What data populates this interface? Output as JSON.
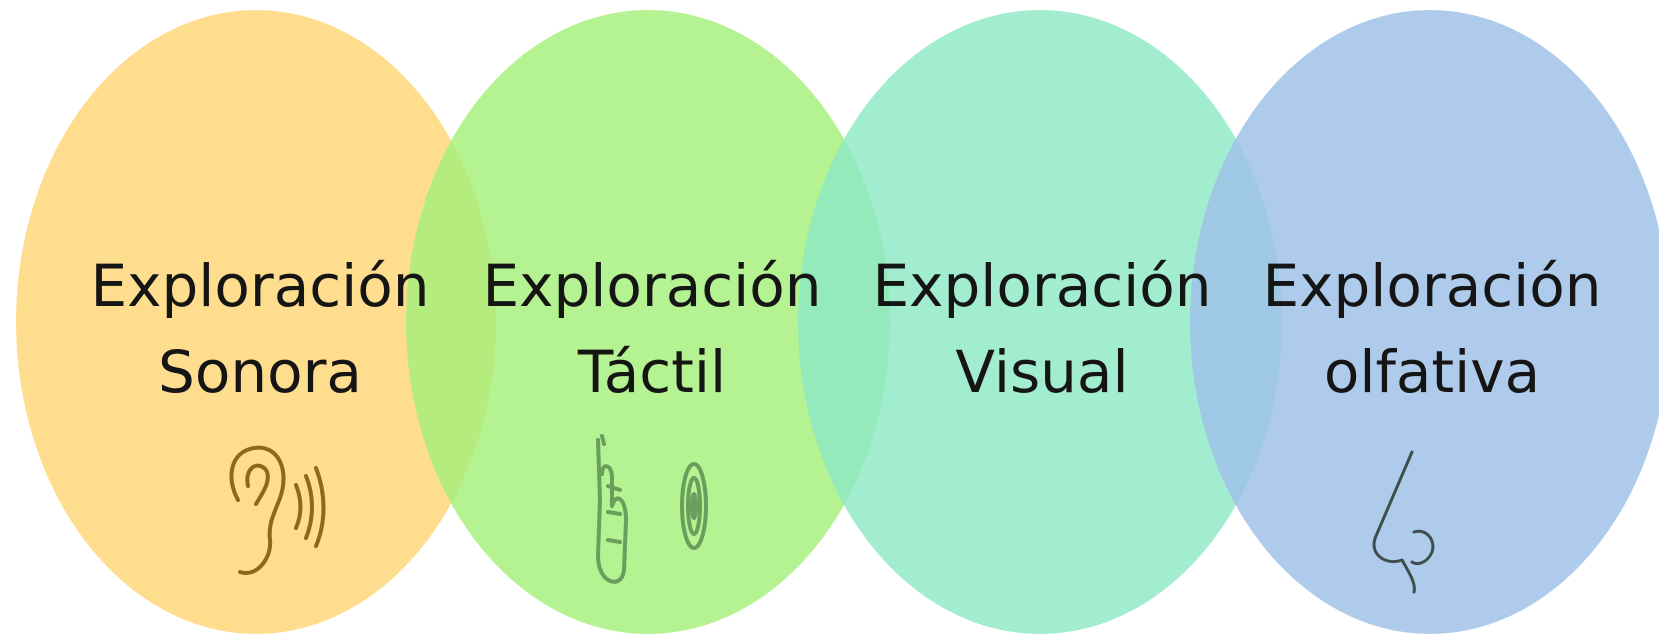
{
  "circles": [
    {
      "line1": "Exploración",
      "line2": "Sonora",
      "color": "#FFD77A",
      "icon": "ear-icon",
      "icon_color": "#8A6A1E"
    },
    {
      "line1": "Exploración",
      "line2": "Táctil",
      "color": "#A5EF7A",
      "icon": "touch-icon",
      "icon_color": "#6A9E5C"
    },
    {
      "line1": "Exploración",
      "line2": "Visual",
      "color": "#8EE8C4",
      "icon": "",
      "icon_color": ""
    },
    {
      "line1": "Exploración",
      "line2": "olfativa",
      "color": "#9EC0E6",
      "icon": "nose-icon",
      "icon_color": "#3E4E4A"
    }
  ]
}
